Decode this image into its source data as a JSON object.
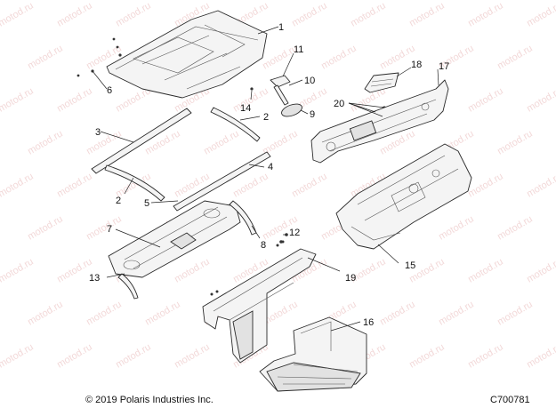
{
  "watermark": "motod.ru",
  "callouts": [
    {
      "id": "c1",
      "label": "1"
    },
    {
      "id": "c2a",
      "label": "2"
    },
    {
      "id": "c2b",
      "label": "2"
    },
    {
      "id": "c3",
      "label": "3"
    },
    {
      "id": "c4",
      "label": "4"
    },
    {
      "id": "c5",
      "label": "5"
    },
    {
      "id": "c6",
      "label": "6"
    },
    {
      "id": "c7",
      "label": "7"
    },
    {
      "id": "c8",
      "label": "8"
    },
    {
      "id": "c9",
      "label": "9"
    },
    {
      "id": "c10",
      "label": "10"
    },
    {
      "id": "c11",
      "label": "11"
    },
    {
      "id": "c12",
      "label": "12"
    },
    {
      "id": "c13",
      "label": "13"
    },
    {
      "id": "c14",
      "label": "14"
    },
    {
      "id": "c15",
      "label": "15"
    },
    {
      "id": "c16",
      "label": "16"
    },
    {
      "id": "c17",
      "label": "17"
    },
    {
      "id": "c18",
      "label": "18"
    },
    {
      "id": "c19",
      "label": "19"
    },
    {
      "id": "c20",
      "label": "20"
    }
  ],
  "footer": {
    "copyright": "© 2019 Polaris Industries Inc.",
    "drawing_id": "C700781"
  }
}
